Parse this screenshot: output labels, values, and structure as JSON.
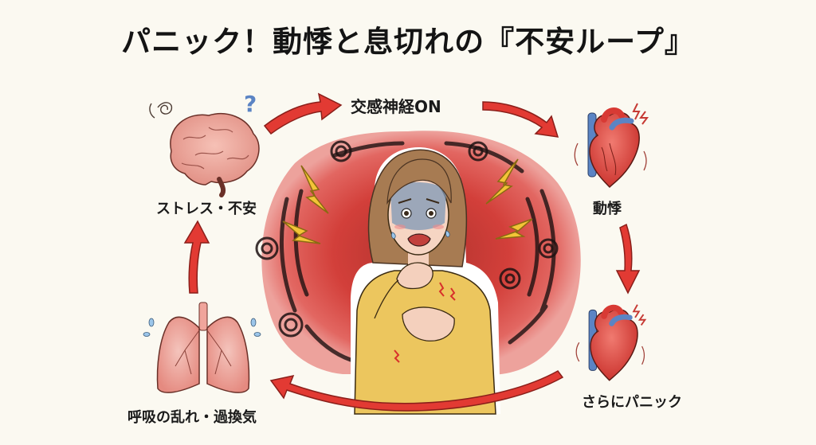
{
  "title": "パニック！動悸と息切れの『不安ループ』",
  "cycle": {
    "steps": [
      {
        "id": "stress",
        "label": "ストレス・不安",
        "icon": "brain-icon"
      },
      {
        "id": "sympathetic",
        "label": "交感神経ON",
        "icon": "arrow-icon"
      },
      {
        "id": "palpitation",
        "label": "動悸",
        "icon": "heart-icon"
      },
      {
        "id": "more_panic",
        "label": "さらにパニック",
        "icon": "heart-icon"
      },
      {
        "id": "breathing",
        "label": "呼吸の乱れ・過換気",
        "icon": "lungs-icon"
      }
    ],
    "direction": "clockwise"
  },
  "center": {
    "description": "panicking woman clutching throat and chest",
    "icon": "woman-panic-illustration"
  },
  "colors": {
    "background": "#fbf9f1",
    "arrow": "#e23a33",
    "arrow_outline": "#8a1f1a",
    "vortex": "#d8403c",
    "organ_pink": "#e9938a",
    "heart_red": "#d93a34",
    "vessel_blue": "#5b84c4",
    "lightning": "#f3c437",
    "sweater": "#ecc65e",
    "hair": "#a77b52"
  }
}
